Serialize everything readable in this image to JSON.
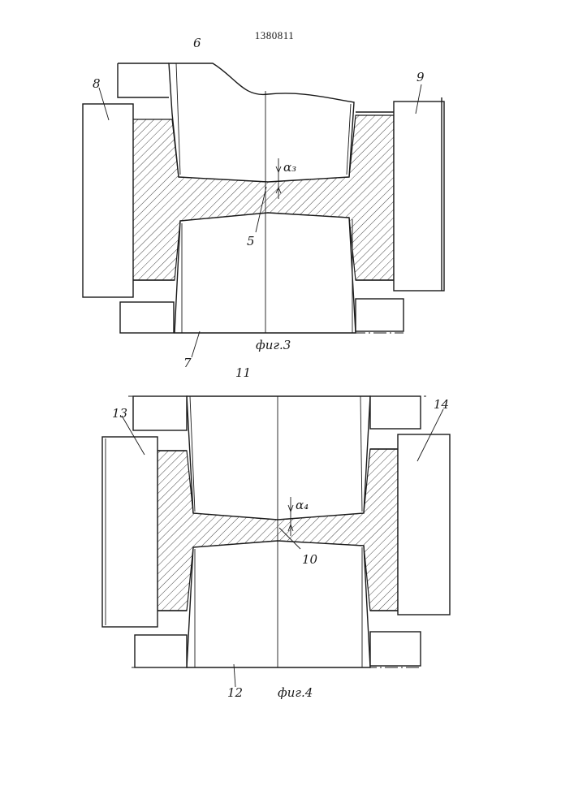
{
  "document": {
    "patent_number": "1380811"
  },
  "figure3": {
    "caption": "фиг.3",
    "labels": {
      "upper_die": "6",
      "lower_die": "7",
      "left_container": "8",
      "right_container": "9",
      "point": "5",
      "angle": "α₃"
    }
  },
  "figure4": {
    "caption": "фиг.4",
    "labels": {
      "upper_die": "11",
      "lower_die": "12",
      "left_container": "13",
      "right_container": "14",
      "point": "10",
      "angle": "α₄"
    }
  }
}
